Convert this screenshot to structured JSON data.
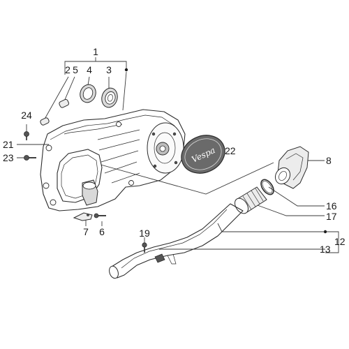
{
  "labels": {
    "l1": "1",
    "l2": "2",
    "l3": "3",
    "l4": "4",
    "l5": "5",
    "l6": "6",
    "l7": "7",
    "l8": "8",
    "l12": "12",
    "l13": "13",
    "l16": "16",
    "l17": "17",
    "l19": "19",
    "l21": "21",
    "l22": "22",
    "l23": "23",
    "l24": "24"
  },
  "badge_text": "Vespa"
}
